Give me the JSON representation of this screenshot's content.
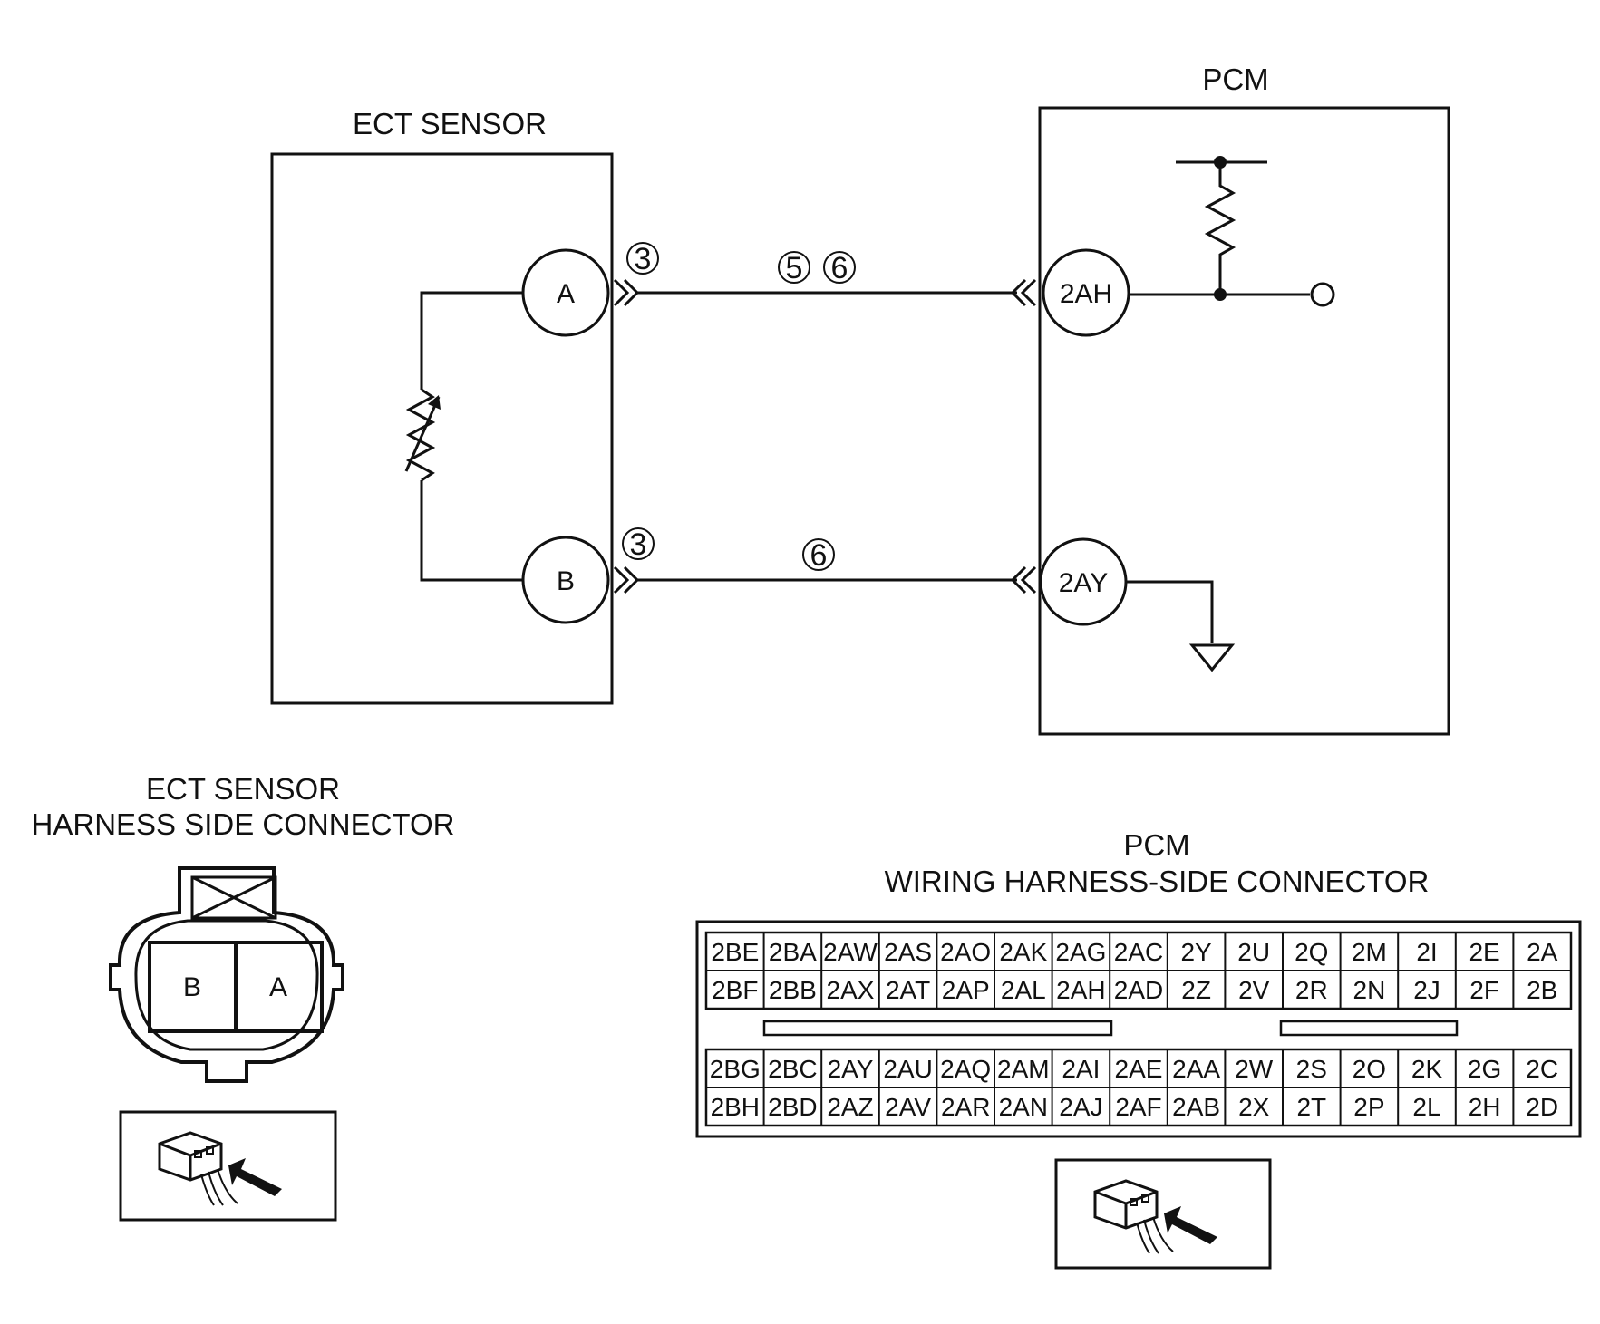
{
  "ect_sensor": {
    "title": "ECT SENSOR",
    "terminal_a": "A",
    "terminal_b": "B"
  },
  "pcm": {
    "title": "PCM",
    "terminal_2ah": "2AH",
    "terminal_2ay": "2AY"
  },
  "wires": {
    "connector_ref_a": "3",
    "connector_ref_b": "3",
    "harness_ref_a_1": "5",
    "harness_ref_a_2": "6",
    "harness_ref_b": "6"
  },
  "ect_connector": {
    "title_line1": "ECT SENSOR",
    "title_line2": "HARNESS SIDE CONNECTOR",
    "pin_left": "B",
    "pin_right": "A"
  },
  "pcm_connector": {
    "title_line1": "PCM",
    "title_line2": "WIRING HARNESS-SIDE CONNECTOR",
    "top_rows": [
      [
        "2BE",
        "2BA",
        "2AW",
        "2AS",
        "2AO",
        "2AK",
        "2AG",
        "2AC",
        "2Y",
        "2U",
        "2Q",
        "2M",
        "2I",
        "2E",
        "2A"
      ],
      [
        "2BF",
        "2BB",
        "2AX",
        "2AT",
        "2AP",
        "2AL",
        "2AH",
        "2AD",
        "2Z",
        "2V",
        "2R",
        "2N",
        "2J",
        "2F",
        "2B"
      ]
    ],
    "bottom_rows": [
      [
        "2BG",
        "2BC",
        "2AY",
        "2AU",
        "2AQ",
        "2AM",
        "2AI",
        "2AE",
        "2AA",
        "2W",
        "2S",
        "2O",
        "2K",
        "2G",
        "2C"
      ],
      [
        "2BH",
        "2BD",
        "2AZ",
        "2AV",
        "2AR",
        "2AN",
        "2AJ",
        "2AF",
        "2AB",
        "2X",
        "2T",
        "2P",
        "2L",
        "2H",
        "2D"
      ]
    ]
  },
  "icons": {
    "connector_view_icon": "connector-harness-view-icon"
  }
}
